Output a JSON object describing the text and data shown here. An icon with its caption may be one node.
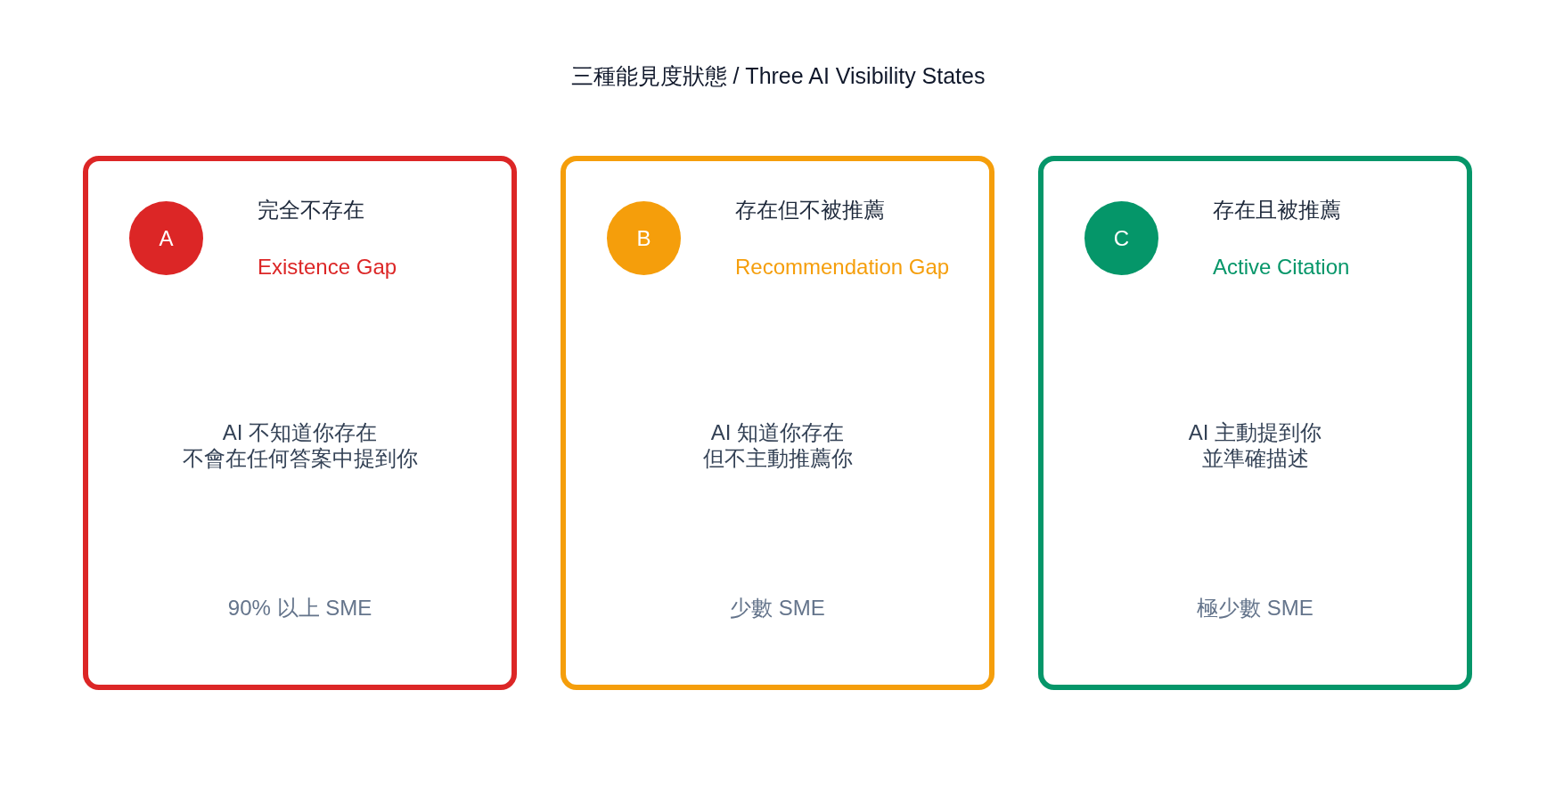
{
  "diagram": {
    "title": "三種能見度狀態 / Three AI Visibility States",
    "nodes": [
      {
        "text": [
          "完全不存在",
          "Existence Gap",
          "AI 不知道你存在不會在任何答案中提到你",
          "90% 以上 SME"
        ]
      },
      {
        "text": [
          "A"
        ],
        "in": 0
      },
      {
        "text": [
          "存在但不被推薦",
          "Recommendation Gap",
          "AI 知道你存在但不主動推薦你",
          "少數 SME"
        ]
      },
      {
        "text": [
          "B"
        ],
        "in": 2
      },
      {
        "text": [
          "存在且被推薦",
          "Active Citation",
          "AI 主動提到你並準確描述",
          "極少數 SME"
        ]
      },
      {
        "text": [
          "C"
        ],
        "in": 4
      }
    ]
  }
}
